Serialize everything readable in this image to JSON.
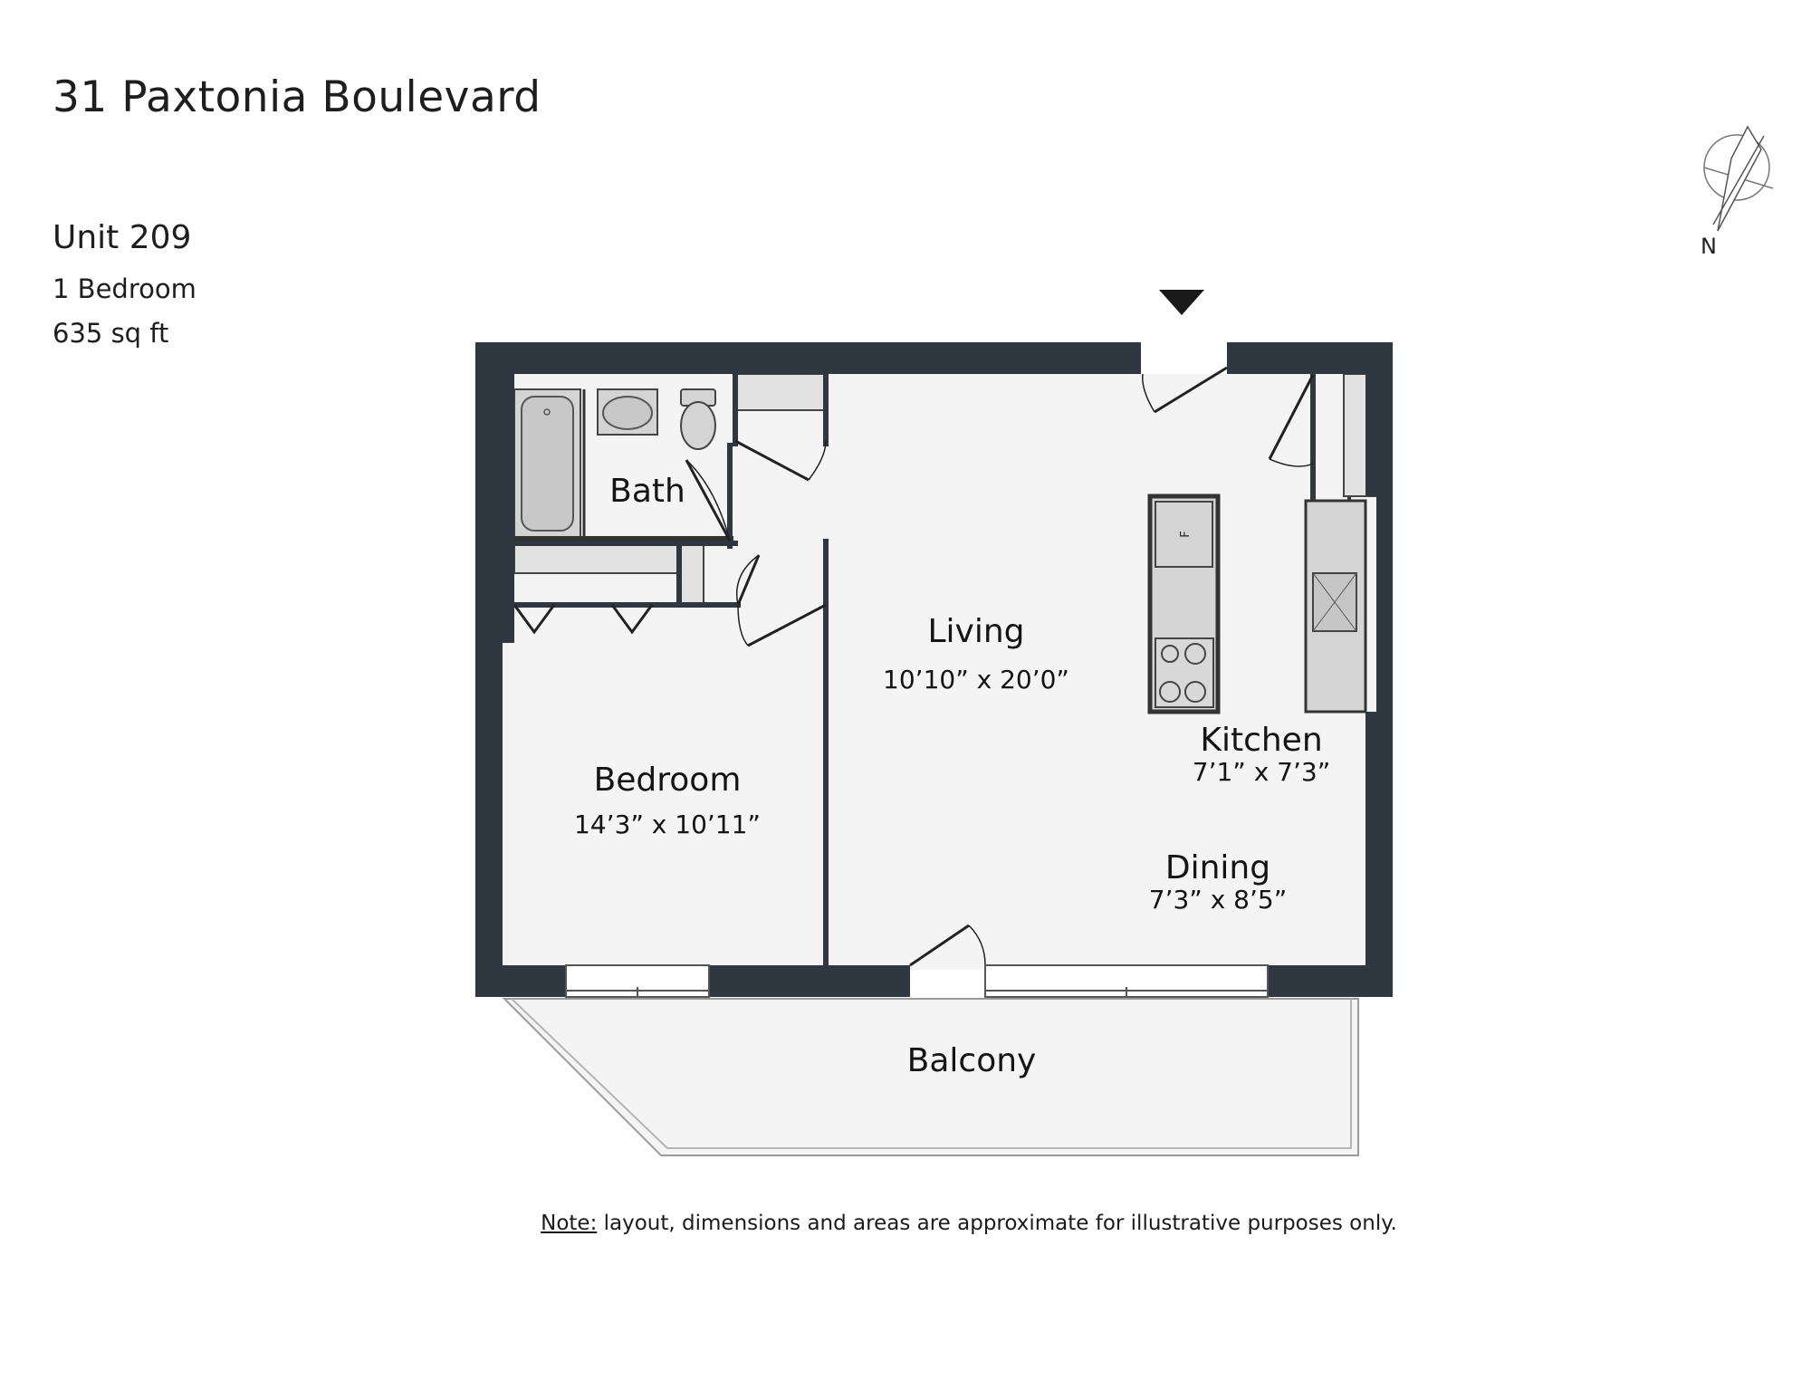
{
  "header": {
    "title": "31 Paxtonia Boulevard",
    "unit": "Unit 209",
    "bedrooms": "1 Bedroom",
    "area": "635 sq ft"
  },
  "compass": {
    "label": "N"
  },
  "rooms": {
    "bath": {
      "name": "Bath"
    },
    "living": {
      "name": "Living",
      "dims": "10’10” x 20’0”"
    },
    "bedroom": {
      "name": "Bedroom",
      "dims": "14’3” x 10’11”"
    },
    "kitchen": {
      "name": "Kitchen",
      "dims": "7’1” x 7’3”"
    },
    "dining": {
      "name": "Dining",
      "dims": "7’3” x 8’5”"
    },
    "balcony": {
      "name": "Balcony"
    }
  },
  "fixtures": {
    "fridge_label": "F"
  },
  "note": {
    "label": "Note:",
    "text": " layout, dimensions and areas are approximate for illustrative purposes only."
  },
  "colors": {
    "wall": "#2f3740",
    "floor": "#f4f4f4",
    "fixture": "#d4d4d4",
    "balcony_floor": "#f4f4f4"
  }
}
